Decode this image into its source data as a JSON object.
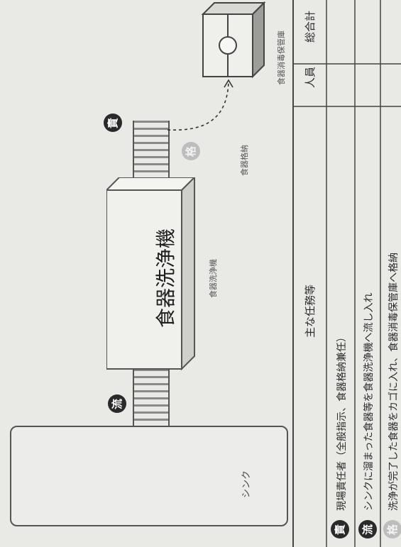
{
  "diagram": {
    "sink_label": "シンク",
    "washer_title": "食器洗浄機",
    "washer_caption": "食器洗浄機",
    "storage_area_label": "食器格納",
    "cabinet_label": "食器消毒保管庫"
  },
  "badges": {
    "nagashi": "流",
    "kaku": "格",
    "sekinin": "責"
  },
  "table": {
    "task_header": "主な任務等",
    "staff_header": "人員",
    "total_header": "総合計",
    "rows": [
      {
        "badge": "責",
        "task": "現場責任者（全般指示、食器格納兼任）"
      },
      {
        "badge": "流",
        "task": "シンクに溜まった食器等を食器洗浄機へ流し入れ"
      },
      {
        "badge": "格",
        "task": "洗浄が完了した食器をカゴに入れ、食器消毒保管庫へ格納"
      }
    ]
  }
}
